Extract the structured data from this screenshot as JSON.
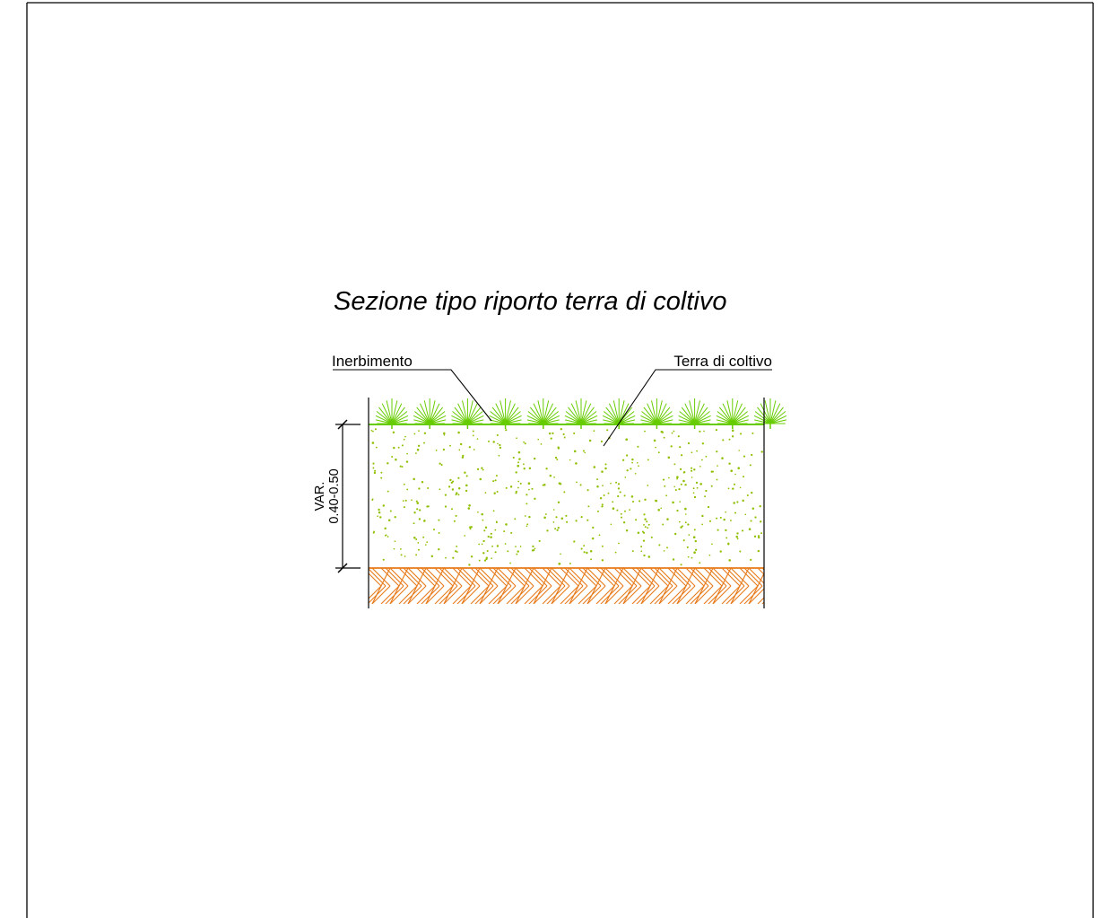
{
  "title": "Sezione tipo riporto terra di coltivo",
  "labels": {
    "grass": "Inerbimento",
    "soil": "Terra di coltivo"
  },
  "dimension": {
    "line1": "VAR.",
    "line2": "0.40-0.50"
  },
  "colors": {
    "grass": "#66cc00",
    "soil_dots": "#8fbf00",
    "substrate_hatch": "#e87a1a",
    "lines": "#000000"
  },
  "layers": [
    {
      "name": "Inerbimento",
      "pattern": "grass-tufts"
    },
    {
      "name": "Terra di coltivo",
      "pattern": "dots"
    },
    {
      "name": "",
      "pattern": "herringbone-hatch"
    }
  ]
}
